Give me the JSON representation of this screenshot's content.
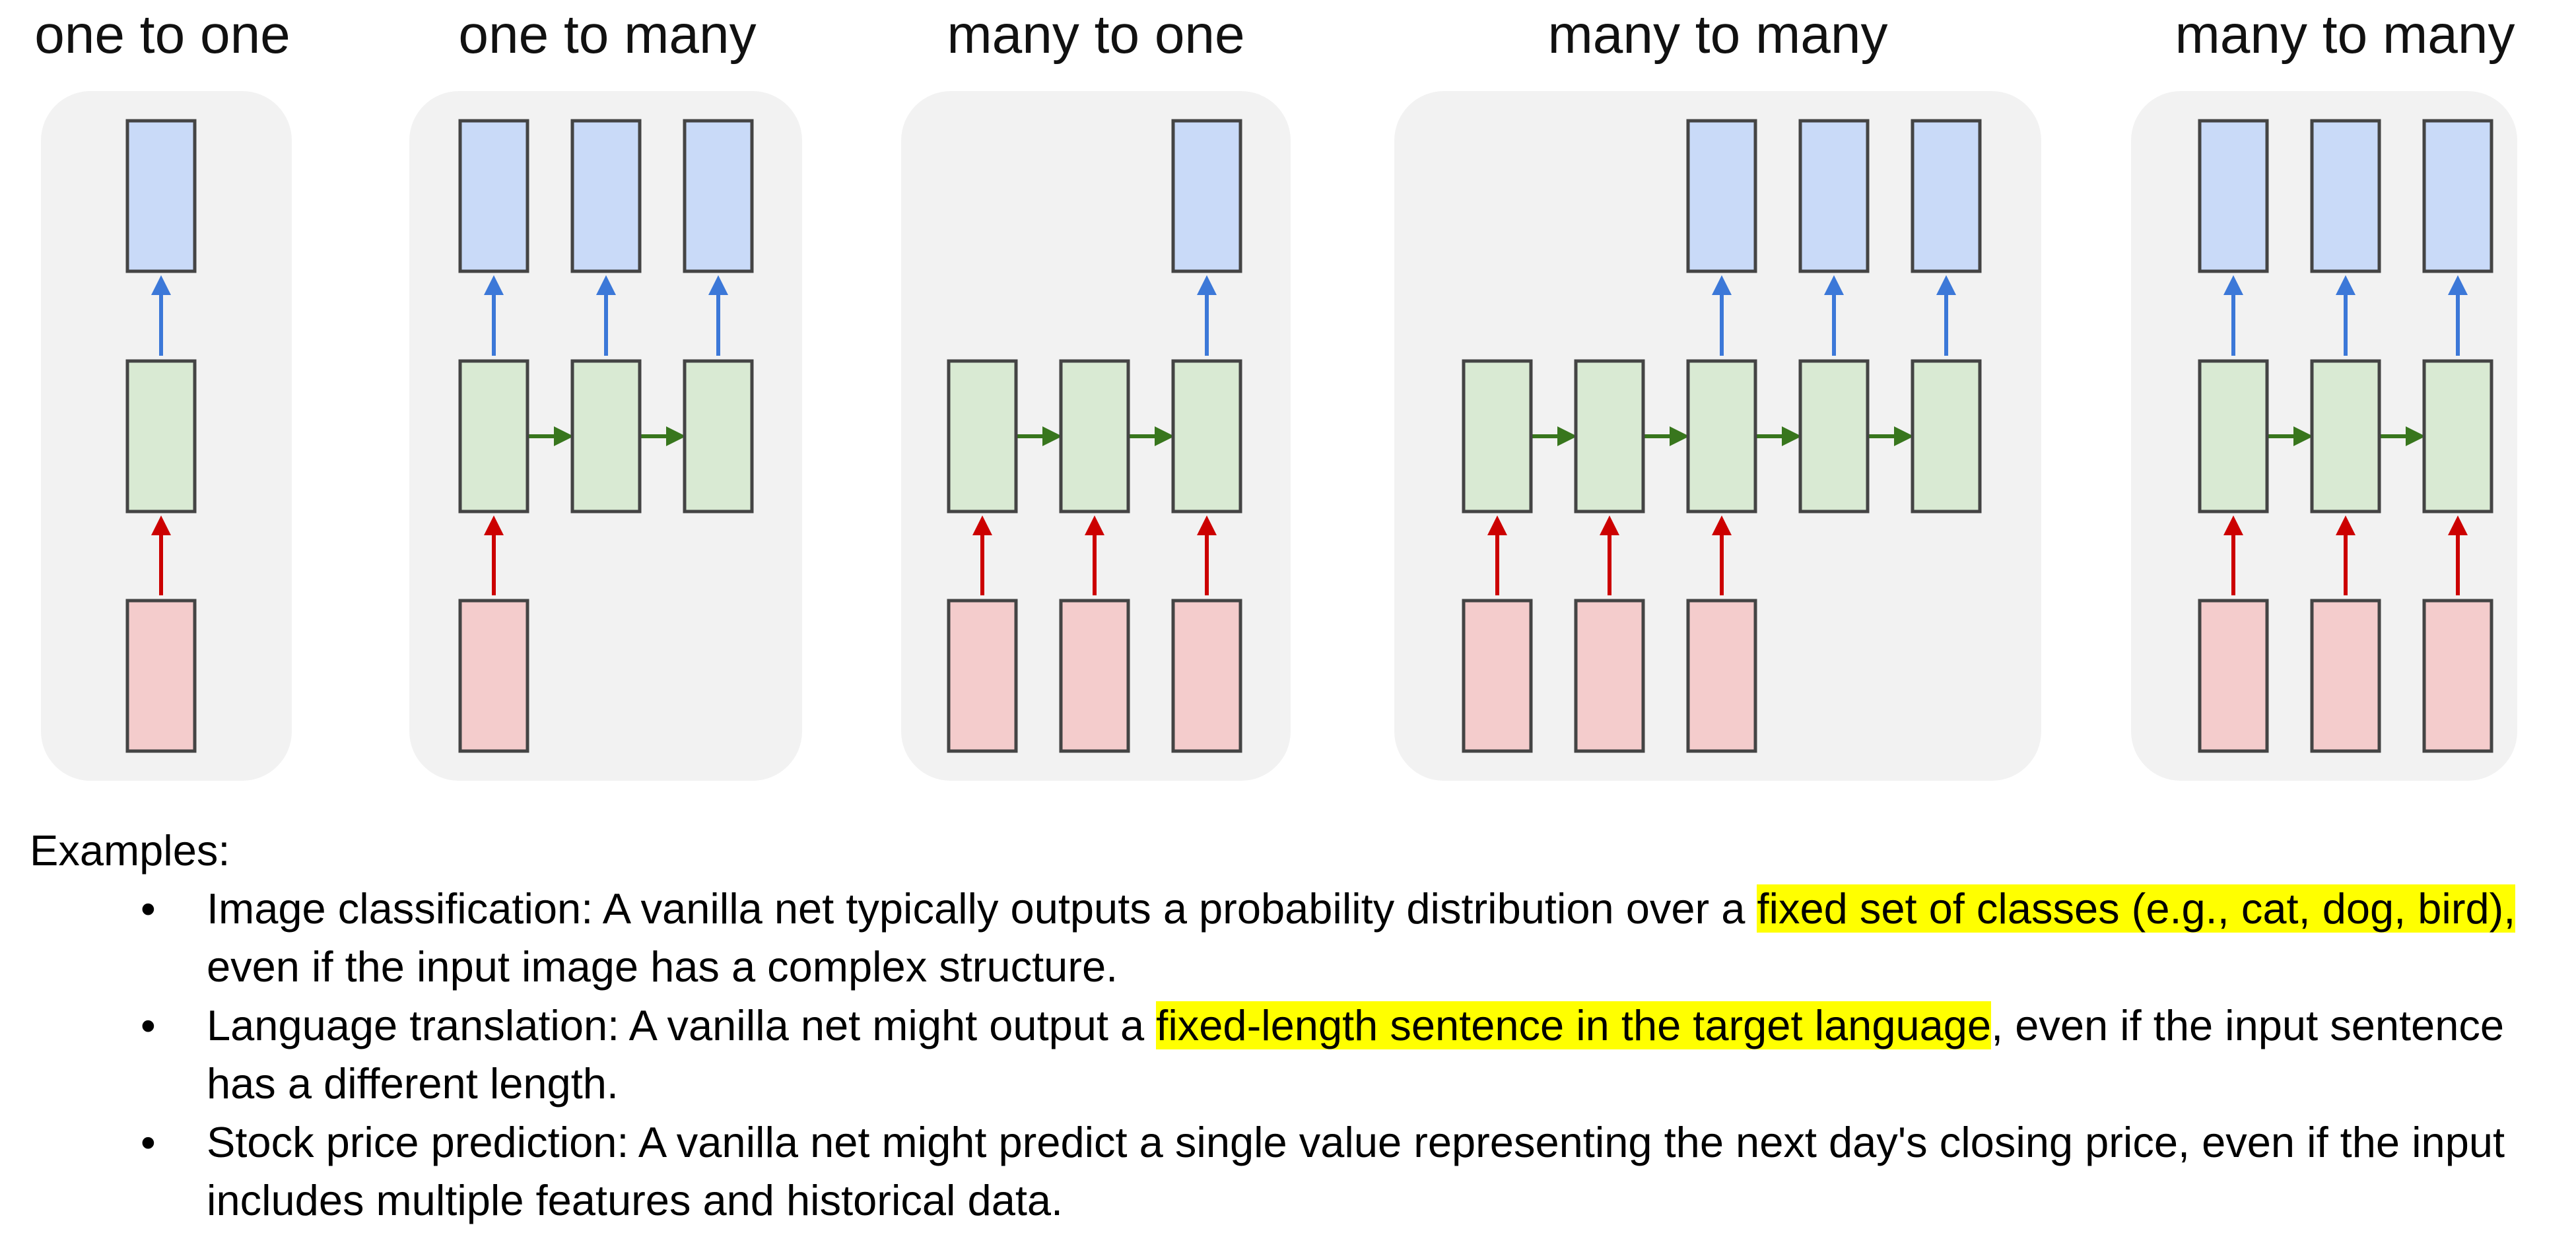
{
  "diagram": {
    "panels": [
      {
        "title": "one to one",
        "n_outputs": 1,
        "n_hidden": 1,
        "n_inputs": 1,
        "layout": "one-to-one"
      },
      {
        "title": "one to many",
        "n_outputs": 3,
        "n_hidden": 3,
        "n_inputs": 1,
        "layout": "one-to-many"
      },
      {
        "title": "many to one",
        "n_outputs": 1,
        "n_hidden": 3,
        "n_inputs": 3,
        "layout": "many-to-one"
      },
      {
        "title": "many to many",
        "n_outputs": 3,
        "n_hidden": 5,
        "n_inputs": 3,
        "layout": "delayed-many-to-many"
      },
      {
        "title": "many to many",
        "n_outputs": 3,
        "n_hidden": 3,
        "n_inputs": 3,
        "layout": "synced-many-to-many"
      }
    ],
    "colors": {
      "panel_bg": "#f2f2f2",
      "output_fill": "#c9daf8",
      "hidden_fill": "#d9ead3",
      "input_fill": "#f4cccc",
      "box_stroke": "#444444",
      "output_arrow": "#3c78d8",
      "input_arrow": "#cc0000",
      "recurrent_arrow": "#38761d"
    }
  },
  "examples": {
    "heading": "Examples:",
    "items": [
      {
        "bullet": "•",
        "pre": "Image classification: A vanilla net typically outputs a probability distribution over a ",
        "highlight": "fixed set of classes (e.g., cat, dog, bird),",
        "post": " even if the input image has a complex structure."
      },
      {
        "bullet": "•",
        "pre": "Language translation: A vanilla net might output a ",
        "highlight": "fixed-length sentence in the target language",
        "post": ", even if the input sentence has a different length."
      },
      {
        "bullet": "•",
        "pre": "Stock price prediction: A vanilla net might predict a single value representing the next day's closing price, even if the input includes multiple features and historical data.",
        "highlight": "",
        "post": ""
      }
    ]
  }
}
